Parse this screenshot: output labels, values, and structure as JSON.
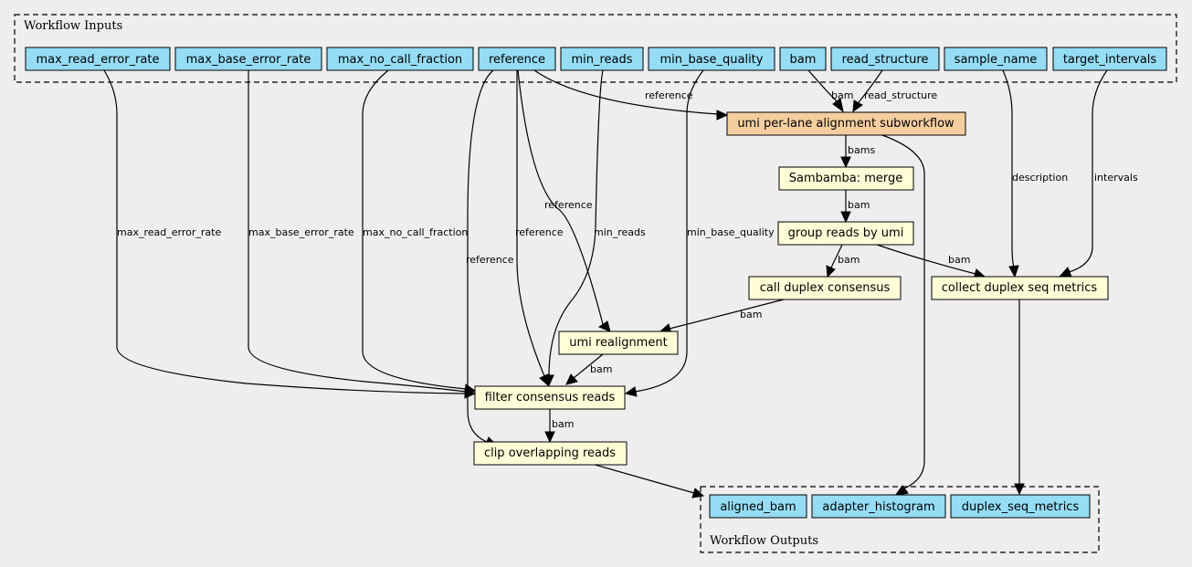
{
  "clusters": {
    "inputs_label": "Workflow Inputs",
    "outputs_label": "Workflow Outputs"
  },
  "nodes": {
    "max_read_error_rate": "max_read_error_rate",
    "max_base_error_rate": "max_base_error_rate",
    "max_no_call_fraction": "max_no_call_fraction",
    "reference": "reference",
    "min_reads": "min_reads",
    "min_base_quality": "min_base_quality",
    "bam": "bam",
    "read_structure": "read_structure",
    "sample_name": "sample_name",
    "target_intervals": "target_intervals",
    "umi_alignment": "umi per-lane alignment subworkflow",
    "sambamba_merge": "Sambamba: merge",
    "group_reads": "group reads by umi",
    "call_duplex": "call duplex consensus",
    "collect_metrics": "collect duplex seq metrics",
    "umi_realignment": "umi realignment",
    "filter_consensus": "filter consensus reads",
    "clip_overlapping": "clip overlapping reads",
    "aligned_bam": "aligned_bam",
    "adapter_histogram": "adapter_histogram",
    "duplex_seq_metrics": "duplex_seq_metrics"
  },
  "edge_labels": {
    "ref_to_align": "reference",
    "bam_to_align": "bam",
    "rs_to_align": "read_structure",
    "align_to_merge": "bams",
    "merge_to_group": "bam",
    "group_to_call": "bam",
    "group_to_collect": "bam",
    "sample_to_collect": "description",
    "intervals_to_collect": "intervals",
    "call_to_realign": "bam",
    "ref_to_realign": "reference",
    "ref_to_filter": "reference",
    "mre_to_filter": "max_read_error_rate",
    "mbe_to_filter": "max_base_error_rate",
    "mnc_to_filter": "max_no_call_fraction",
    "minreads_to_filter": "min_reads",
    "mbq_to_filter": "min_base_quality",
    "ref_to_clip": "reference",
    "realign_to_filter": "bam",
    "filter_to_clip": "bam"
  }
}
